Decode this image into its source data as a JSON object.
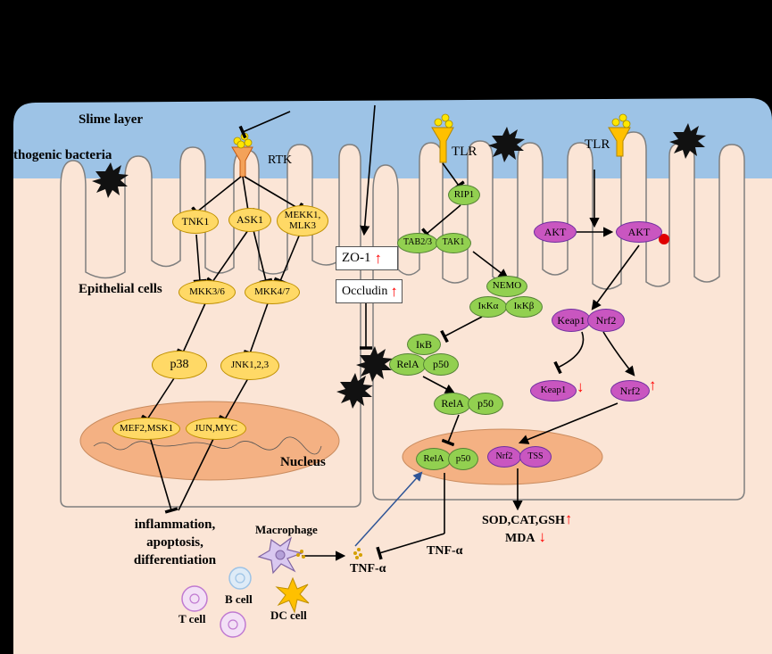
{
  "labels": {
    "slime_layer": "Slime layer",
    "pathogenic_bacteria": "thogenic bacteria",
    "rtk": "RTK",
    "tlr_left": "TLR",
    "tlr_right": "TLR",
    "epithelial_cells": "Epithelial cells",
    "nucleus": "Nucleus",
    "outcome": [
      "inflammation,",
      "apoptosis,",
      "differentiation"
    ],
    "macrophage": "Macrophage",
    "b_cell": "B cell",
    "t_cell": "T cell",
    "dc_cell": "DC cell",
    "tnf_left": "TNF-α",
    "tnf_right": "TNF-α",
    "sod": "SOD,CAT,GSH",
    "mda": "MDA"
  },
  "boxes": {
    "zo1": "ZO-1",
    "occludin": "Occludin"
  },
  "mapk_nodes": {
    "tnk1": "TNK1",
    "ask1": "ASK1",
    "mekk": [
      "MEKK1,",
      "MLK3"
    ],
    "mkk36": "MKK3/6",
    "mkk47": "MKK4/7",
    "p38": "p38",
    "jnk": "JNK1,2,3",
    "mef2": "MEF2,MSK1",
    "jun": "JUN,MYC"
  },
  "nfkb_nodes": {
    "rip1": "RIP1",
    "tab23": "TAB2/3",
    "tak1": "TAK1",
    "nemo": "NEMO",
    "ikka": "IκKα",
    "ikkb": "IκKβ",
    "ikb": "IκB",
    "rela1": "RelA",
    "p50_1": "p50",
    "rela2": "RelA",
    "p50_2": "p50",
    "rela3": "RelA",
    "p50_3": "p50"
  },
  "nrf_nodes": {
    "akt1": "AKT",
    "akt2": "AKT",
    "keap1": "Keap1",
    "nrf2": "Nrf2",
    "keap1_down": "Keap1",
    "nrf2_up": "Nrf2",
    "nrf2_n": "Nrf2",
    "tss": "TSS"
  },
  "colors": {
    "background": "#000000",
    "slime": "#9dc3e6",
    "cell": "#fbe5d6",
    "cell_border": "#7f7f7f",
    "nucleus": "#f4b183",
    "yellow_node": "#ffd966",
    "green_node": "#92d050",
    "purple_node": "#c956c0",
    "red_arrow": "#ff0000",
    "blue_arrow": "#2f5597"
  }
}
